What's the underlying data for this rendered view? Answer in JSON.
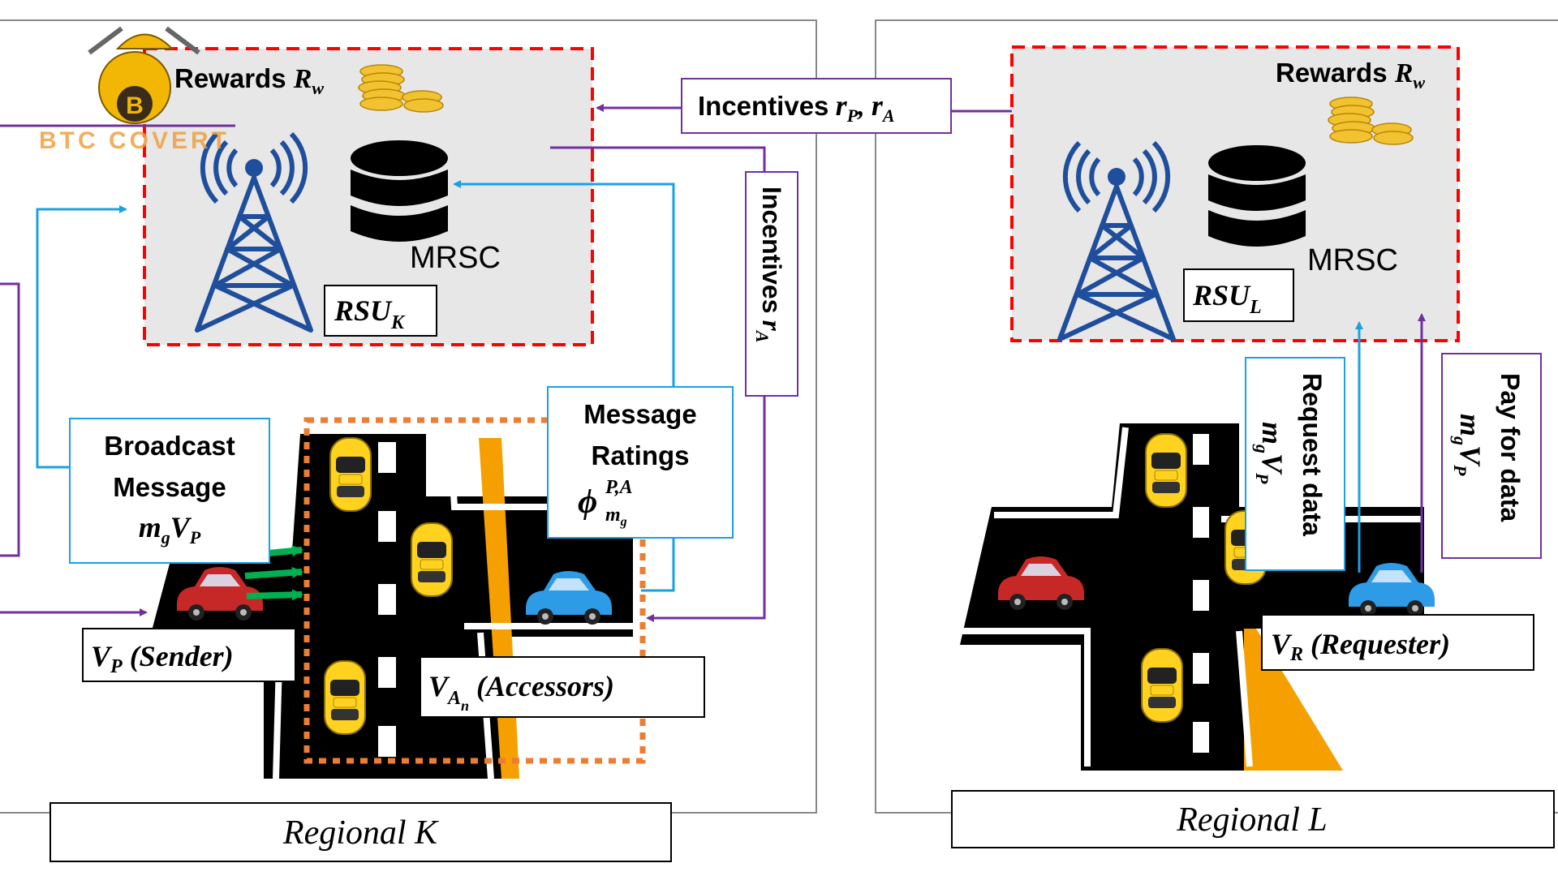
{
  "watermark": {
    "text": "BTC COVERT",
    "badge_letter": "B"
  },
  "regions": {
    "k": {
      "label": "Regional K",
      "rewards": {
        "text": "Rewards",
        "symbol": "R",
        "sub": "w"
      },
      "mrsc": "MRSC",
      "rsu": {
        "symbol": "RSU",
        "sub": "K"
      },
      "broadcast": {
        "line1": "Broadcast",
        "line2": "Message",
        "sym_m": "m",
        "sub_g": "g",
        "sym_v": "V",
        "sub_p": "P"
      },
      "ratings": {
        "line1": "Message",
        "line2": "Ratings",
        "sym": "ϕ",
        "sup": "P,A",
        "sub": "m",
        "subsub": "g"
      },
      "sender": {
        "sym": "V",
        "sub": "P",
        "text": "(Sender)"
      },
      "accessors": {
        "sym": "V",
        "sub": "A",
        "subsub": "n",
        "text": "(Accessors)"
      },
      "incentives_vertical": {
        "text": "Incentives",
        "sym": "r",
        "sub": "A"
      }
    },
    "l": {
      "label": "Regional L",
      "rewards": {
        "text": "Rewards",
        "symbol": "R",
        "sub": "w"
      },
      "mrsc": "MRSC",
      "rsu": {
        "symbol": "RSU",
        "sub": "L"
      },
      "request": {
        "text": "Request data",
        "sym_m": "m",
        "sub_g": "g",
        "sym_v": "V",
        "sub_p": "P"
      },
      "pay": {
        "text": "Pay for data",
        "sym_m": "m",
        "sub_g": "g",
        "sym_v": "V",
        "sub_p": "P"
      },
      "requester": {
        "sym": "V",
        "sub": "R",
        "text": "(Requester)"
      }
    }
  },
  "incentives_top": {
    "text": "Incentives",
    "sym1": "r",
    "sub1": "P",
    "sep": ",",
    "sym2": "r",
    "sub2": "A"
  },
  "colors": {
    "purple": "#7030a0",
    "cyan": "#1ba1e2",
    "red_dash": "#ff0000",
    "orange_dash": "#ed7d31",
    "tower_blue": "#1f4e9c",
    "panel_grey": "#e7e7e7",
    "road": "#000000",
    "green_arrow": "#00b050",
    "car_yellow": "#ffd21f",
    "car_red": "#c62828",
    "car_blue": "#2e9be6",
    "coin_gold": "#f2c230"
  }
}
